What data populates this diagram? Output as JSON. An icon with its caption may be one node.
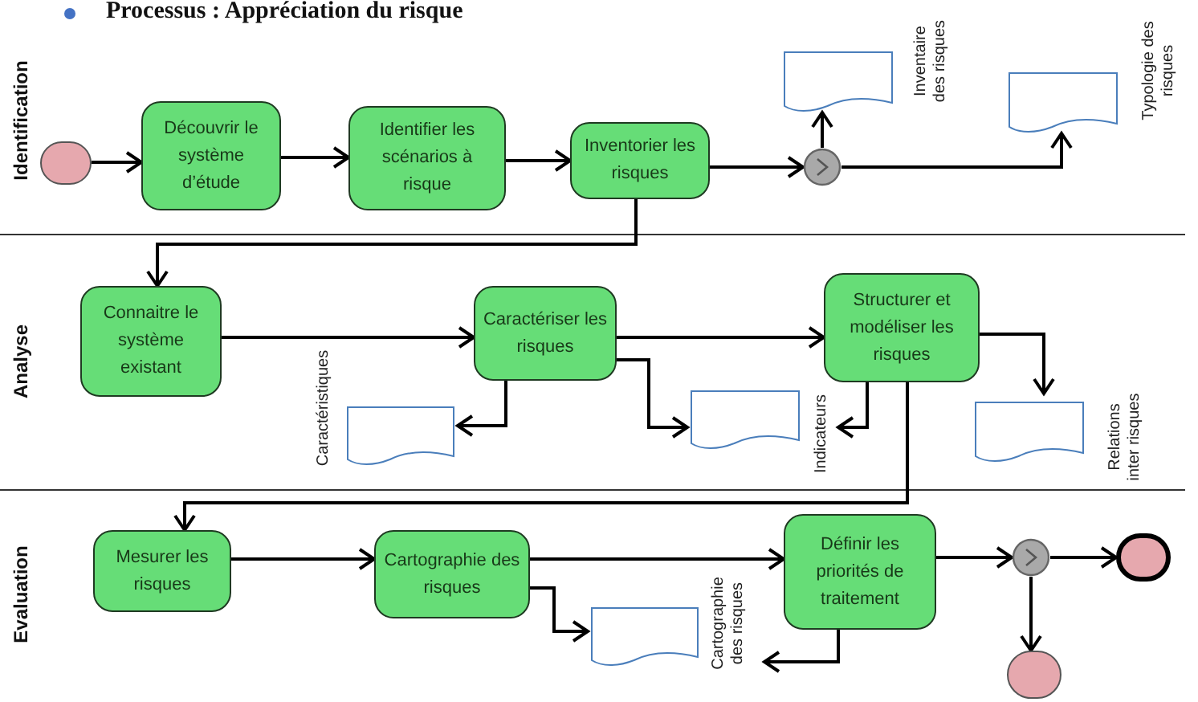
{
  "diagram": {
    "title": "Processus : Appréciation du risque",
    "nodes": [
      {
        "text": [],
        "shape": "circle"
      },
      {
        "text": [
          "Découvrir le système d’étude"
        ]
      },
      {
        "text": [
          "Identifier les scénarios à risque"
        ]
      },
      {
        "text": [
          "Inventorier les risques"
        ]
      },
      {
        "text": [],
        "shape": "circle"
      },
      {
        "text": [
          "Inventaire des risques"
        ]
      },
      {
        "text": [
          "Typologie des risques"
        ]
      },
      {
        "text": [
          "Connaitre le système existant"
        ]
      },
      {
        "text": [
          "Caractériser les risques"
        ]
      },
      {
        "text": [
          "Caractéristiques"
        ]
      },
      {
        "text": [
          "Indicateurs"
        ]
      },
      {
        "text": [
          "Structurer et modéliser les risques"
        ]
      },
      {
        "text": [
          "Relations inter risques"
        ]
      },
      {
        "text": [
          "Mesurer les risques"
        ]
      },
      {
        "text": [
          "Cartographie des risques"
        ]
      },
      {
        "text": [
          "Cartographie des risques"
        ]
      },
      {
        "text": [
          "Définir les priorités de traitement"
        ]
      },
      {
        "text": [],
        "shape": "circle"
      },
      {
        "text": [],
        "shape": "circle"
      },
      {
        "text": [],
        "shape": "circle"
      }
    ],
    "edges": [
      {
        "from": 0,
        "to": 1,
        "arrow": "to"
      },
      {
        "from": 1,
        "to": 2,
        "arrow": "to"
      },
      {
        "from": 2,
        "to": 3,
        "arrow": "to"
      },
      {
        "from": 3,
        "to": 4,
        "arrow": "to"
      },
      {
        "from": 4,
        "to": 5,
        "arrow": "to"
      },
      {
        "from": 4,
        "to": 6,
        "arrow": "to"
      },
      {
        "from": 3,
        "to": 7,
        "arrow": "to"
      },
      {
        "from": 7,
        "to": 8,
        "arrow": "to"
      },
      {
        "from": 8,
        "to": 11,
        "arrow": "to"
      },
      {
        "from": 8,
        "to": 9,
        "arrow": "to"
      },
      {
        "from": 8,
        "to": 10,
        "arrow": "to"
      },
      {
        "from": 11,
        "to": 12,
        "arrow": "to"
      },
      {
        "from": 11,
        "to": 10,
        "arrow": "to"
      },
      {
        "from": 11,
        "to": 13,
        "arrow": "to"
      },
      {
        "from": 13,
        "to": 14,
        "arrow": "to"
      },
      {
        "from": 14,
        "to": 16,
        "arrow": "to"
      },
      {
        "from": 14,
        "to": 15,
        "arrow": "to"
      },
      {
        "from": 16,
        "to": 15,
        "arrow": "to"
      },
      {
        "from": 16,
        "to": 17,
        "arrow": "to"
      },
      {
        "from": 17,
        "to": 18,
        "arrow": "to"
      },
      {
        "from": 17,
        "to": 19,
        "arrow": "to"
      }
    ],
    "labels": [
      "Identification",
      "Analyse",
      "Evaluation"
    ]
  }
}
